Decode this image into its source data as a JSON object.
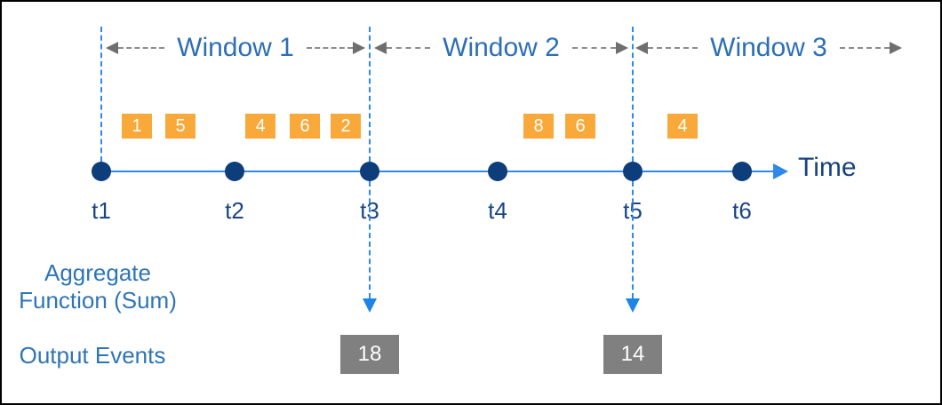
{
  "windows": [
    {
      "label": "Window 1"
    },
    {
      "label": "Window 2"
    },
    {
      "label": "Window 3"
    }
  ],
  "events": [
    {
      "value": "1",
      "window": 1
    },
    {
      "value": "5",
      "window": 1
    },
    {
      "value": "4",
      "window": 1
    },
    {
      "value": "6",
      "window": 1
    },
    {
      "value": "2",
      "window": 1
    },
    {
      "value": "8",
      "window": 2
    },
    {
      "value": "6",
      "window": 2
    },
    {
      "value": "4",
      "window": 3
    }
  ],
  "timeline": {
    "axis_label": "Time",
    "ticks": [
      {
        "label": "t1"
      },
      {
        "label": "t2"
      },
      {
        "label": "t3"
      },
      {
        "label": "t4"
      },
      {
        "label": "t5"
      },
      {
        "label": "t6"
      }
    ]
  },
  "aggregate": {
    "label_line1": "Aggregate",
    "label_line2": "Function (Sum)"
  },
  "output": {
    "label": "Output Events",
    "events": [
      {
        "value": "18",
        "at_tick": "t3"
      },
      {
        "value": "14",
        "at_tick": "t5"
      }
    ]
  },
  "colors": {
    "event_box_orange": "#f9a83a",
    "output_box_gray": "#808080",
    "timeline_blue": "#2e89e8",
    "dot_navy": "#0d3d7a",
    "window_label_blue": "#2c6fb7",
    "tick_label_navy": "#1a4484",
    "side_label_blue": "#2e75b6",
    "window_arrow_gray": "#7f7f7f"
  }
}
